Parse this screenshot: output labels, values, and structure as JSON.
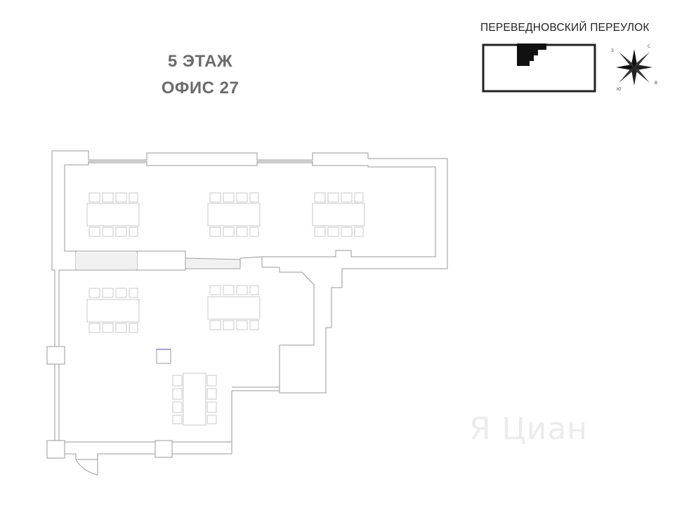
{
  "floor": {
    "line1": "5 ЭТАЖ",
    "line2": "ОФИС 27"
  },
  "locator": {
    "street": "ПЕРЕВЕДНОВСКИЙ ПЕРЕУЛОК"
  },
  "compass": {
    "icon": "compass-rose-icon"
  },
  "watermark": {
    "brand": "Я Циан",
    "icon": "cian-logo-icon"
  },
  "colors": {
    "wall": "#9a9a9a",
    "furniture": "#c9c9c9",
    "title": "#6b6b6b",
    "accent": "#111111"
  }
}
